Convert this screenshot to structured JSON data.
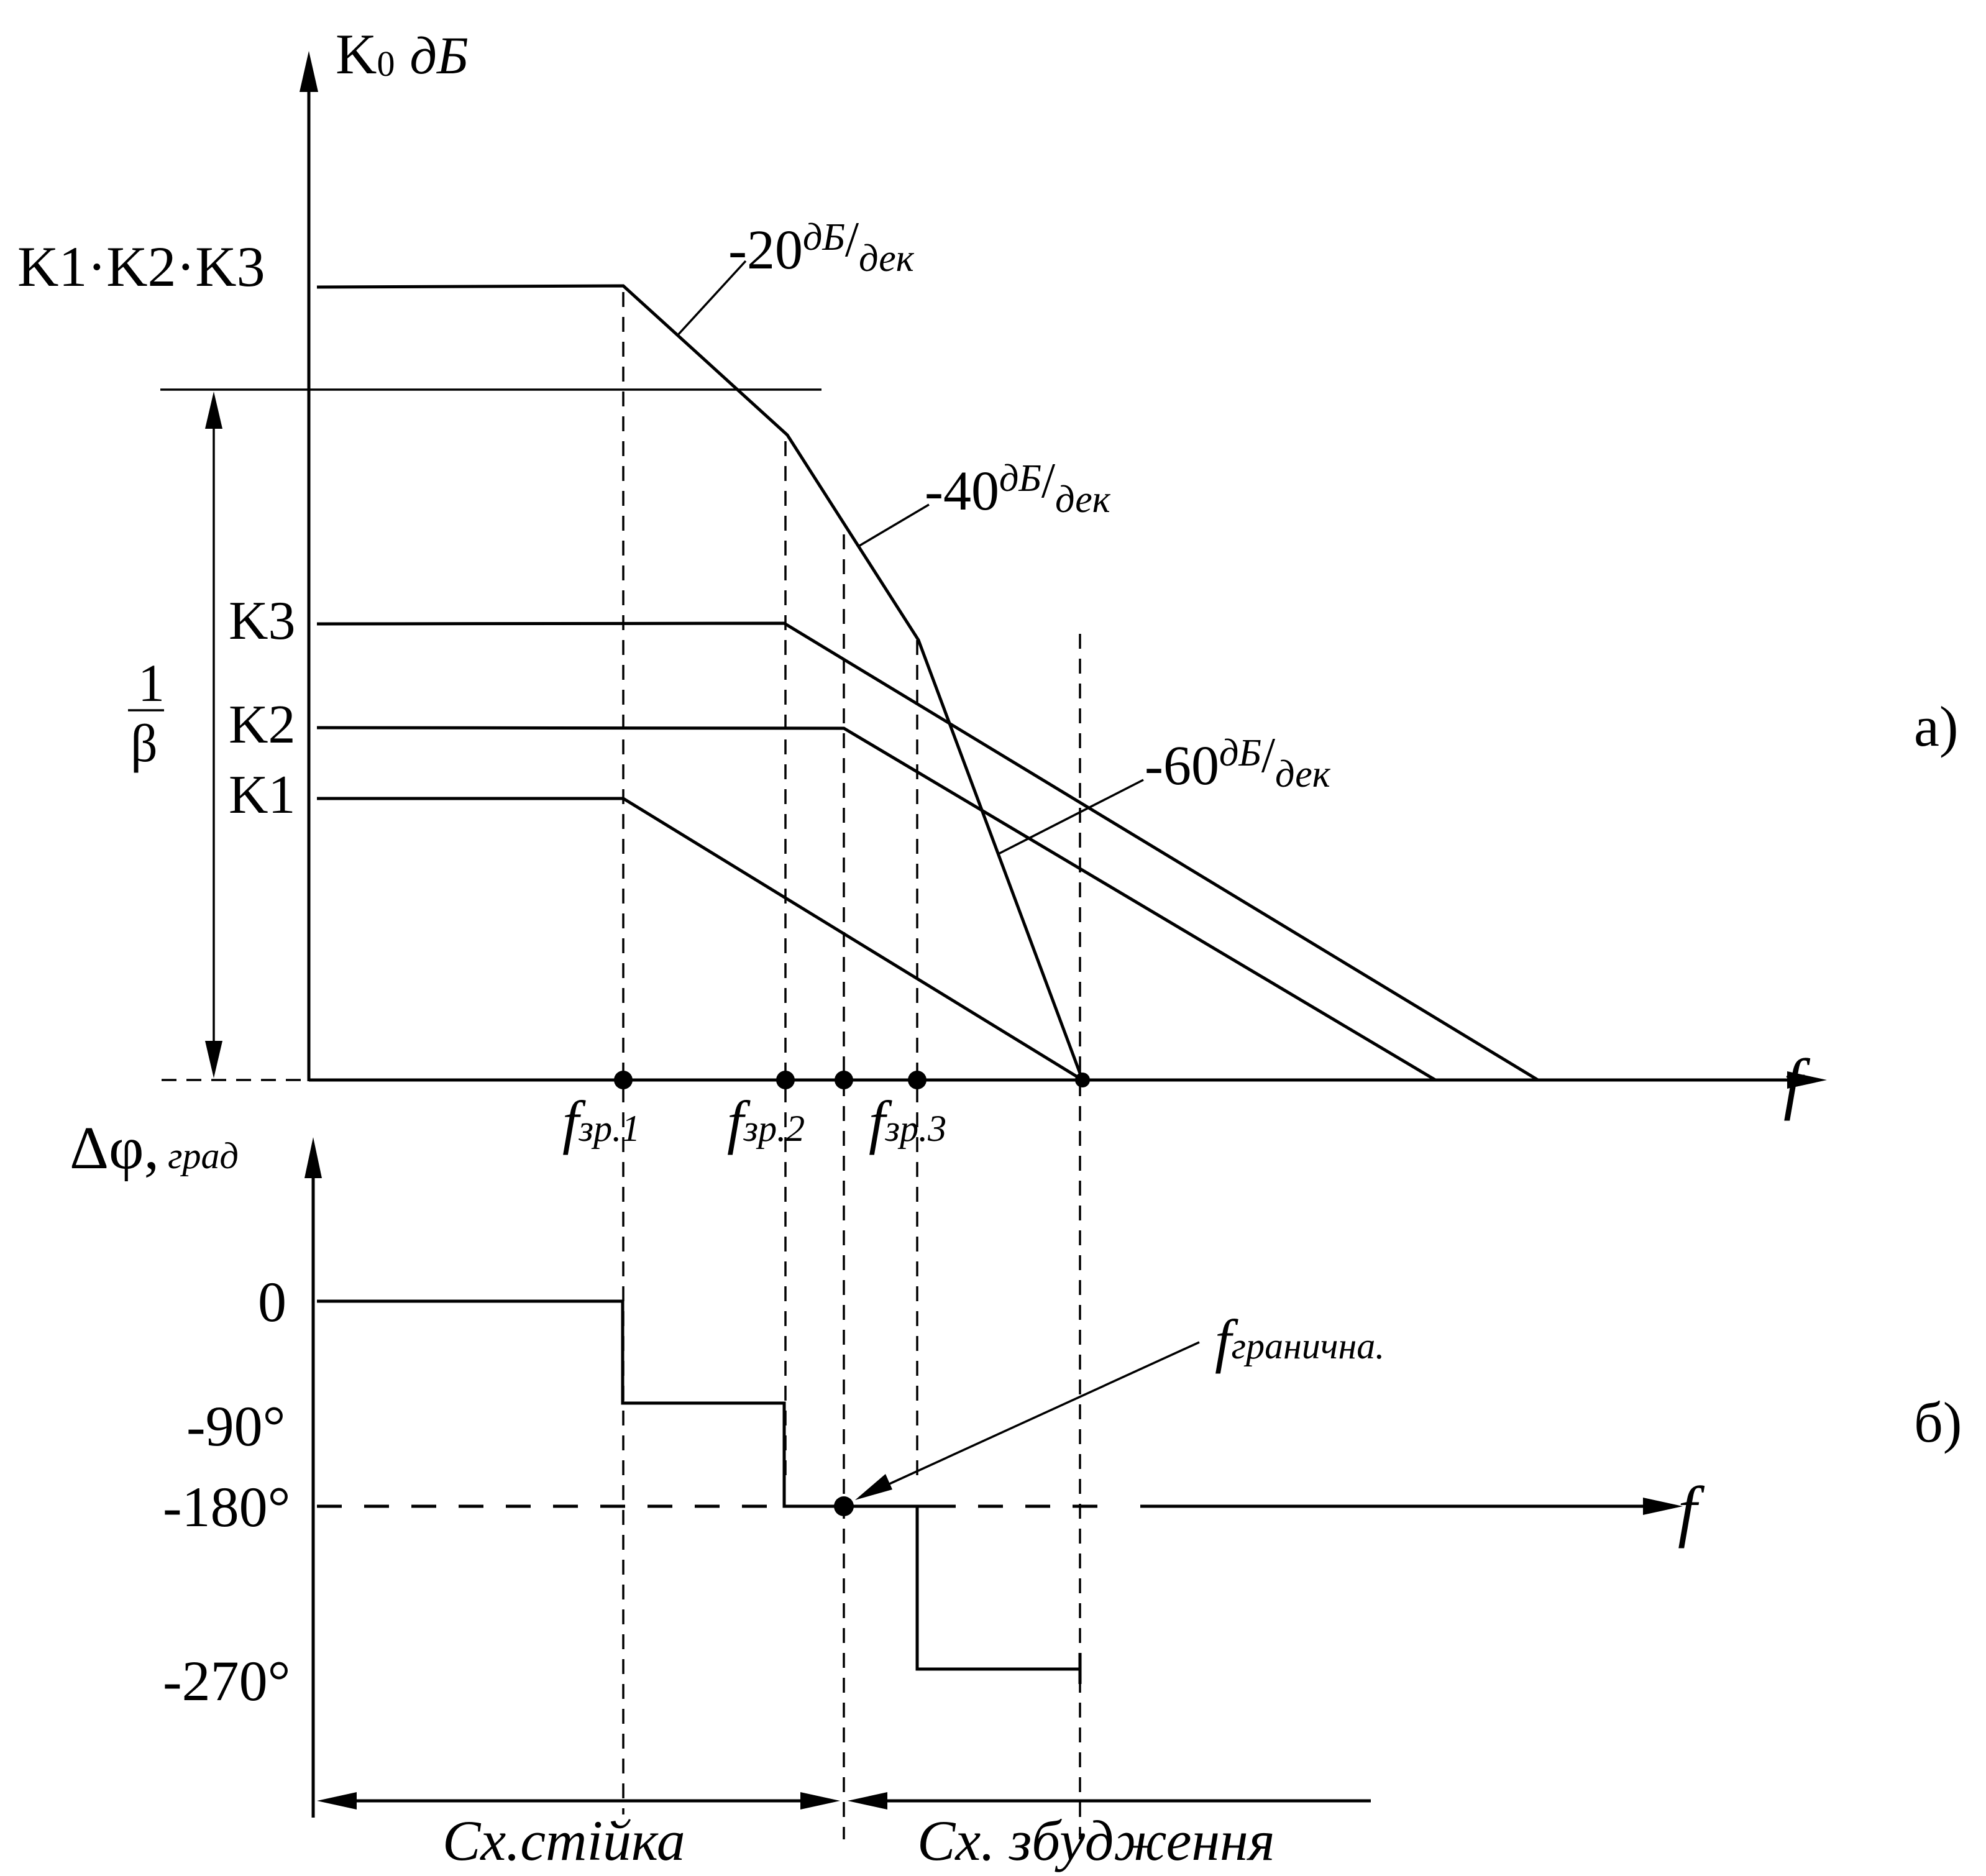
{
  "panel_a": {
    "axis_y_label_main": "K",
    "axis_y_label_sub": "0",
    "axis_y_unit": "дБ",
    "axis_x_label": "f",
    "top_level_label": "K1·K2·K3",
    "level_k3": "K3",
    "level_k2": "K2",
    "level_k1": "K1",
    "beta_num": "1",
    "beta_den": "β",
    "slope_20_value": "-20",
    "slope_20_unit_top": "дБ",
    "slope_20_unit_bottom": "дек",
    "slope_40_value": "-40",
    "slope_40_unit_top": "дБ",
    "slope_40_unit_bottom": "дек",
    "slope_60_value": "-60",
    "slope_60_unit_top": "дБ",
    "slope_60_unit_bottom": "дек",
    "f1_main": "f",
    "f1_sub": "зр.1",
    "f2_main": "f",
    "f2_sub": "зр.2",
    "f3_main": "f",
    "f3_sub": "зр.3",
    "panel_tag": "а)"
  },
  "panel_b": {
    "axis_y_delta": "Δφ,",
    "axis_y_unit": "град",
    "axis_x_label": "f",
    "tick_0": "0",
    "tick_90": "-90°",
    "tick_180": "-180°",
    "tick_270": "-270°",
    "boundary_main": "f",
    "boundary_sub": "гранична.",
    "panel_tag": "б)"
  },
  "regions": {
    "stable": "Сх.стійка",
    "excitation": "Сх. збудження"
  }
}
